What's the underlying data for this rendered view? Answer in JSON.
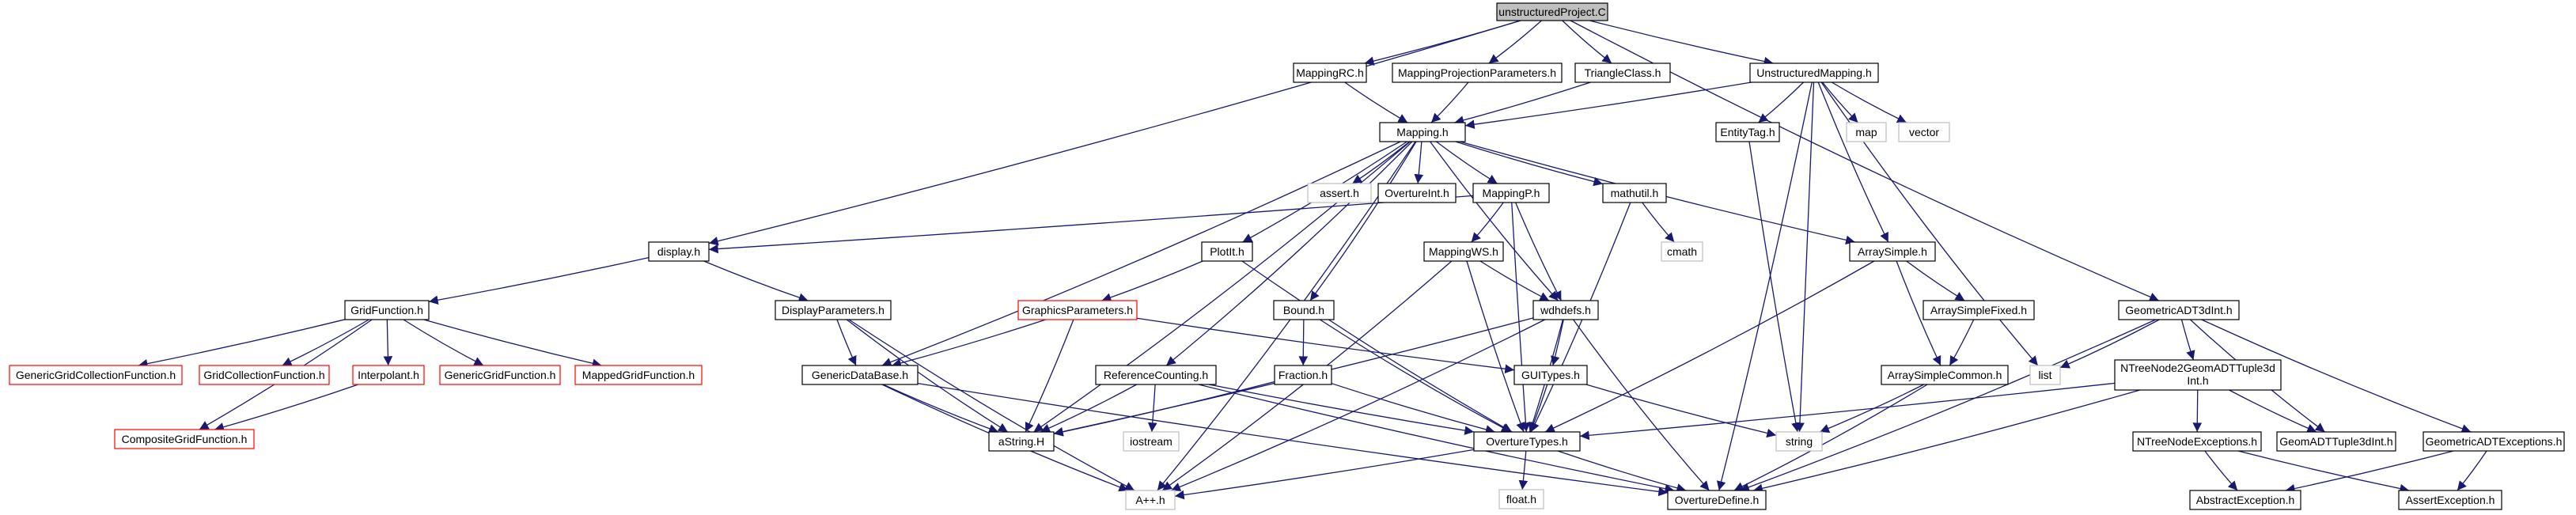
{
  "graph": {
    "root": "unstructuredProject.C",
    "nodes": [
      {
        "id": "root",
        "label": "unstructuredProject.C",
        "style": "root"
      },
      {
        "id": "mappingrc",
        "label": "MappingRC.h",
        "style": "normal"
      },
      {
        "id": "mpp",
        "label": "MappingProjectionParameters.h",
        "style": "normal"
      },
      {
        "id": "triangle",
        "label": "TriangleClass.h",
        "style": "normal"
      },
      {
        "id": "umap",
        "label": "UnstructuredMapping.h",
        "style": "normal"
      },
      {
        "id": "mapping",
        "label": "Mapping.h",
        "style": "normal"
      },
      {
        "id": "entitytag",
        "label": "EntityTag.h",
        "style": "normal"
      },
      {
        "id": "map",
        "label": "map",
        "style": "system"
      },
      {
        "id": "vector",
        "label": "vector",
        "style": "system"
      },
      {
        "id": "assert",
        "label": "assert.h",
        "style": "system"
      },
      {
        "id": "overtureint",
        "label": "OvertureInt.h",
        "style": "normal"
      },
      {
        "id": "mappingp",
        "label": "MappingP.h",
        "style": "normal"
      },
      {
        "id": "mathutil",
        "label": "mathutil.h",
        "style": "normal"
      },
      {
        "id": "display",
        "label": "display.h",
        "style": "normal"
      },
      {
        "id": "plotit",
        "label": "PlotIt.h",
        "style": "normal"
      },
      {
        "id": "mappingws",
        "label": "MappingWS.h",
        "style": "normal"
      },
      {
        "id": "cmath",
        "label": "cmath",
        "style": "system"
      },
      {
        "id": "arraysimple",
        "label": "ArraySimple.h",
        "style": "normal"
      },
      {
        "id": "gridfunction",
        "label": "GridFunction.h",
        "style": "normal"
      },
      {
        "id": "displayparams",
        "label": "DisplayParameters.h",
        "style": "normal"
      },
      {
        "id": "graphicsparams",
        "label": "GraphicsParameters.h",
        "style": "truncated"
      },
      {
        "id": "bound",
        "label": "Bound.h",
        "style": "normal"
      },
      {
        "id": "wdhdefs",
        "label": "wdhdefs.h",
        "style": "normal"
      },
      {
        "id": "arraysimplefixed",
        "label": "ArraySimpleFixed.h",
        "style": "normal"
      },
      {
        "id": "gadt3dint",
        "label": "GeometricADT3dInt.h",
        "style": "normal"
      },
      {
        "id": "ggcf",
        "label": "GenericGridCollectionFunction.h",
        "style": "truncated"
      },
      {
        "id": "gcf",
        "label": "GridCollectionFunction.h",
        "style": "truncated"
      },
      {
        "id": "interpolant",
        "label": "Interpolant.h",
        "style": "truncated"
      },
      {
        "id": "ggf",
        "label": "GenericGridFunction.h",
        "style": "truncated"
      },
      {
        "id": "mgf",
        "label": "MappedGridFunction.h",
        "style": "truncated"
      },
      {
        "id": "gdb",
        "label": "GenericDataBase.h",
        "style": "normal"
      },
      {
        "id": "refcount",
        "label": "ReferenceCounting.h",
        "style": "normal"
      },
      {
        "id": "fraction",
        "label": "Fraction.h",
        "style": "normal"
      },
      {
        "id": "guitypes",
        "label": "GUITypes.h",
        "style": "normal"
      },
      {
        "id": "arraysimplecommon",
        "label": "ArraySimpleCommon.h",
        "style": "normal"
      },
      {
        "id": "list",
        "label": "list",
        "style": "system"
      },
      {
        "id": "ntn2g",
        "label": "NTreeNode2GeomADTTuple3d",
        "label2": "Int.h",
        "style": "normal"
      },
      {
        "id": "cgf",
        "label": "CompositeGridFunction.h",
        "style": "truncated"
      },
      {
        "id": "astring",
        "label": "aString.H",
        "style": "normal"
      },
      {
        "id": "iostream",
        "label": "iostream",
        "style": "system"
      },
      {
        "id": "overturetypes",
        "label": "OvertureTypes.h",
        "style": "normal"
      },
      {
        "id": "string",
        "label": "string",
        "style": "system"
      },
      {
        "id": "ntnexc",
        "label": "NTreeNodeExceptions.h",
        "style": "normal"
      },
      {
        "id": "gadttuple",
        "label": "GeomADTTuple3dInt.h",
        "style": "normal"
      },
      {
        "id": "gadtexc",
        "label": "GeometricADTExceptions.h",
        "style": "normal"
      },
      {
        "id": "float",
        "label": "float.h",
        "style": "system"
      },
      {
        "id": "app",
        "label": "A++.h",
        "style": "system"
      },
      {
        "id": "overturedefine",
        "label": "OvertureDefine.h",
        "style": "normal"
      },
      {
        "id": "abstractexc",
        "label": "AbstractException.h",
        "style": "normal"
      },
      {
        "id": "assertexc",
        "label": "AssertException.h",
        "style": "normal"
      }
    ],
    "edges": [
      [
        "root",
        "mappingrc"
      ],
      [
        "root",
        "mpp"
      ],
      [
        "root",
        "triangle"
      ],
      [
        "root",
        "umap"
      ],
      [
        "root",
        "display"
      ],
      [
        "root",
        "gadt3dint"
      ],
      [
        "mappingrc",
        "mapping"
      ],
      [
        "mpp",
        "mapping"
      ],
      [
        "triangle",
        "mapping"
      ],
      [
        "umap",
        "mapping"
      ],
      [
        "umap",
        "entitytag"
      ],
      [
        "umap",
        "map"
      ],
      [
        "umap",
        "vector"
      ],
      [
        "umap",
        "list"
      ],
      [
        "umap",
        "arraysimple"
      ],
      [
        "umap",
        "string"
      ],
      [
        "umap",
        "overturedefine"
      ],
      [
        "mapping",
        "assert"
      ],
      [
        "mapping",
        "overtureint"
      ],
      [
        "mapping",
        "mappingp"
      ],
      [
        "mapping",
        "mathutil"
      ],
      [
        "mapping",
        "plotit"
      ],
      [
        "mapping",
        "bound"
      ],
      [
        "mapping",
        "wdhdefs"
      ],
      [
        "mapping",
        "arraysimple"
      ],
      [
        "mapping",
        "gdb"
      ],
      [
        "mapping",
        "refcount"
      ],
      [
        "mapping",
        "astring"
      ],
      [
        "mapping",
        "app"
      ],
      [
        "entitytag",
        "string"
      ],
      [
        "mappingp",
        "mappingws"
      ],
      [
        "mappingp",
        "wdhdefs"
      ],
      [
        "mappingp",
        "overturetypes"
      ],
      [
        "mappingp",
        "display"
      ],
      [
        "mathutil",
        "cmath"
      ],
      [
        "mathutil",
        "overturetypes"
      ],
      [
        "display",
        "gridfunction"
      ],
      [
        "display",
        "displayparams"
      ],
      [
        "plotit",
        "graphicsparams"
      ],
      [
        "plotit",
        "overturetypes"
      ],
      [
        "mappingws",
        "wdhdefs"
      ],
      [
        "mappingws",
        "overturetypes"
      ],
      [
        "mappingws",
        "app"
      ],
      [
        "arraysimple",
        "arraysimplefixed"
      ],
      [
        "arraysimple",
        "arraysimplecommon"
      ],
      [
        "arraysimple",
        "overturetypes"
      ],
      [
        "gridfunction",
        "ggcf"
      ],
      [
        "gridfunction",
        "gcf"
      ],
      [
        "gridfunction",
        "interpolant"
      ],
      [
        "gridfunction",
        "ggf"
      ],
      [
        "gridfunction",
        "mgf"
      ],
      [
        "gridfunction",
        "cgf"
      ],
      [
        "displayparams",
        "gdb"
      ],
      [
        "displayparams",
        "astring"
      ],
      [
        "displayparams",
        "app"
      ],
      [
        "graphicsparams",
        "gdb"
      ],
      [
        "graphicsparams",
        "astring"
      ],
      [
        "graphicsparams",
        "guitypes"
      ],
      [
        "bound",
        "fraction"
      ],
      [
        "bound",
        "overturetypes"
      ],
      [
        "wdhdefs",
        "guitypes"
      ],
      [
        "wdhdefs",
        "overturetypes"
      ],
      [
        "wdhdefs",
        "overturedefine"
      ],
      [
        "wdhdefs",
        "astring"
      ],
      [
        "wdhdefs",
        "app"
      ],
      [
        "arraysimplefixed",
        "arraysimplecommon"
      ],
      [
        "gadt3dint",
        "list"
      ],
      [
        "gadt3dint",
        "ntn2g"
      ],
      [
        "gadt3dint",
        "gadttuple"
      ],
      [
        "gadt3dint",
        "gadtexc"
      ],
      [
        "gadt3dint",
        "overturedefine"
      ],
      [
        "interpolant",
        "cgf"
      ],
      [
        "gdb",
        "astring"
      ],
      [
        "gdb",
        "app"
      ],
      [
        "gdb",
        "overturedefine"
      ],
      [
        "refcount",
        "astring"
      ],
      [
        "refcount",
        "iostream"
      ],
      [
        "refcount",
        "overturetypes"
      ],
      [
        "refcount",
        "overturedefine"
      ],
      [
        "fraction",
        "overturetypes"
      ],
      [
        "fraction",
        "astring"
      ],
      [
        "guitypes",
        "overturetypes"
      ],
      [
        "guitypes",
        "string"
      ],
      [
        "arraysimplecommon",
        "string"
      ],
      [
        "arraysimplecommon",
        "overturedefine"
      ],
      [
        "ntn2g",
        "ntnexc"
      ],
      [
        "ntn2g",
        "gadttuple"
      ],
      [
        "ntn2g",
        "overturetypes"
      ],
      [
        "ntn2g",
        "overturedefine"
      ],
      [
        "overturetypes",
        "float"
      ],
      [
        "overturetypes",
        "app"
      ],
      [
        "overturetypes",
        "overturedefine"
      ],
      [
        "ntnexc",
        "abstractexc"
      ],
      [
        "ntnexc",
        "assertexc"
      ],
      [
        "gadtexc",
        "abstractexc"
      ],
      [
        "gadtexc",
        "assertexc"
      ]
    ]
  },
  "colors": {
    "edge": "#191970",
    "normal_border": "#000000",
    "system_border": "#bfbfbf",
    "truncated_border": "#ff0000",
    "root_fill": "#bfbfbf",
    "fill": "#ffffff",
    "text": "#000000"
  }
}
